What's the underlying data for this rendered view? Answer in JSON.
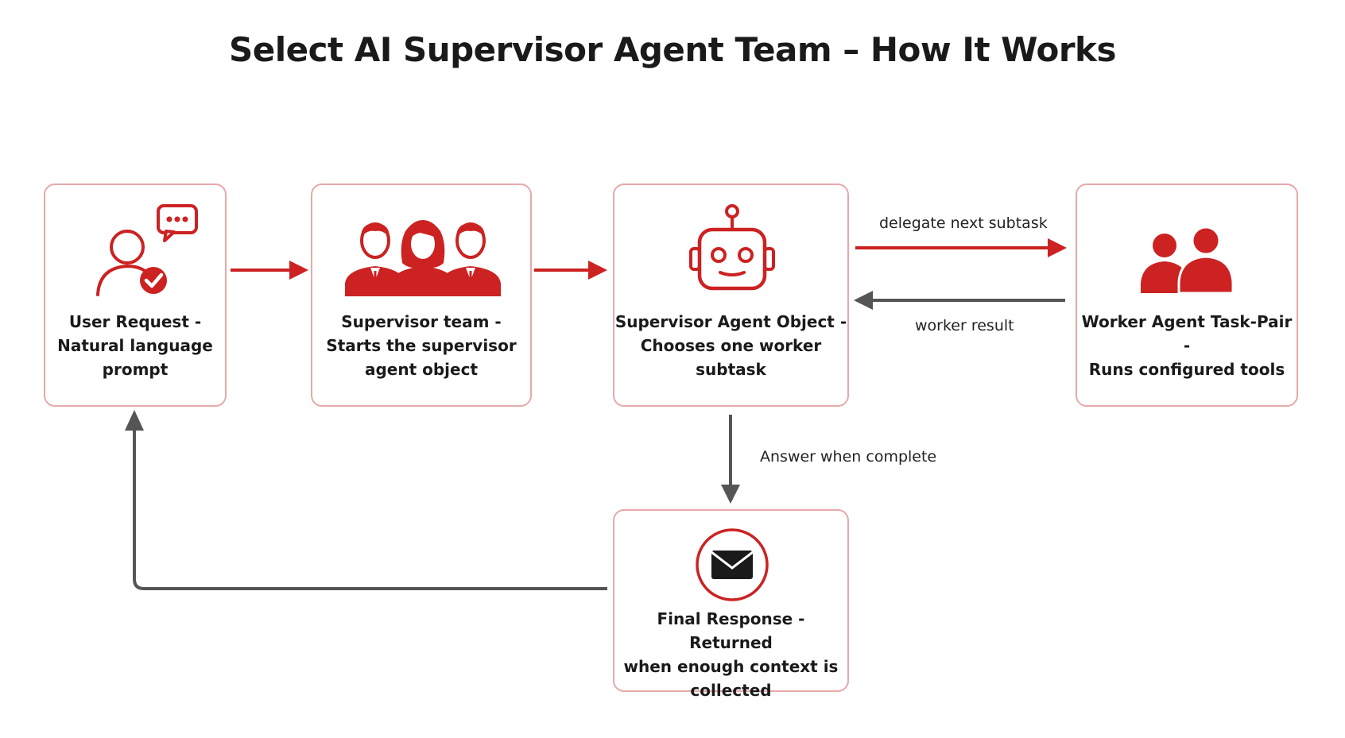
{
  "title": "Select AI Supervisor Agent Team – How It Works",
  "colors": {
    "accent": "#cc2222",
    "border": "#e7a9a9",
    "arrow_gray": "#555555"
  },
  "nodes": {
    "user_request": {
      "icon": "user-with-chat-check-icon",
      "lines": [
        "User Request -",
        "Natural language",
        "prompt"
      ]
    },
    "supervisor_team": {
      "icon": "team-of-three-people-icon",
      "lines": [
        "Supervisor team -",
        "Starts the supervisor",
        "agent object"
      ]
    },
    "supervisor_agent": {
      "icon": "robot-icon",
      "lines": [
        "Supervisor Agent Object -",
        "Chooses one worker",
        "subtask"
      ]
    },
    "worker_agent": {
      "icon": "two-people-icon",
      "lines": [
        "Worker Agent Task-Pair -",
        "Runs configured tools"
      ]
    },
    "final_response": {
      "icon": "envelope-icon",
      "lines": [
        "Final Response - Returned",
        "when enough context is",
        "collected"
      ]
    }
  },
  "edges": {
    "delegate": "delegate next subtask",
    "worker_result": "worker result",
    "answer": "Answer when complete"
  }
}
